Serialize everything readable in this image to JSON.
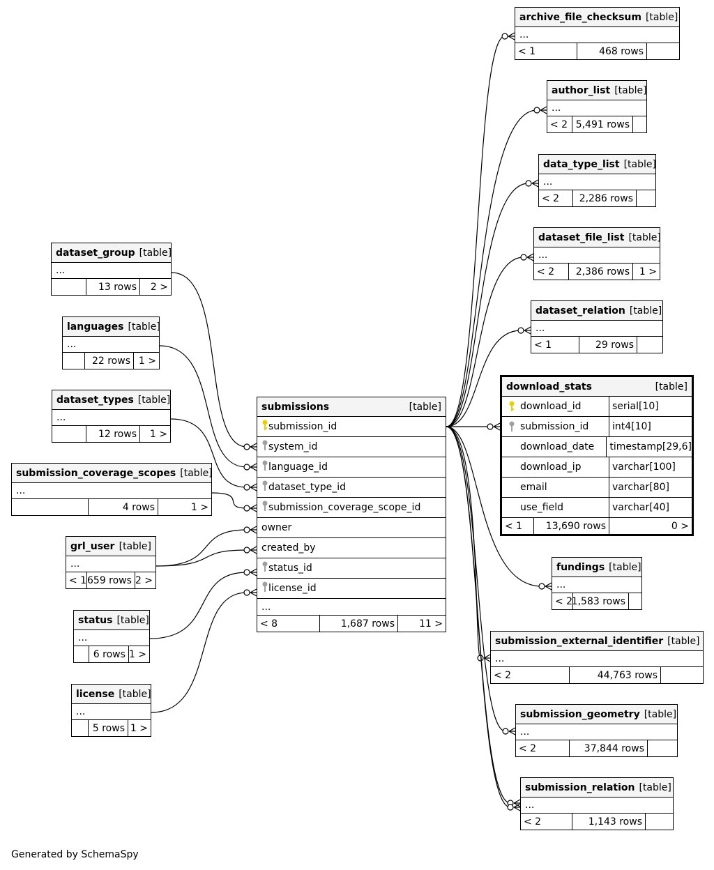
{
  "diagram": {
    "footer": "Generated by SchemaSpy",
    "colors": {
      "line": "#000000",
      "header_bg": "#f4f4f4",
      "primary_key": "#e8d000",
      "foreign_key": "#a0a0a0"
    },
    "tables": {
      "dataset_group": {
        "name": "dataset_group",
        "kind": "[table]",
        "ellipsis": "...",
        "parents": "",
        "rows": "13 rows",
        "children": "2 >"
      },
      "languages": {
        "name": "languages",
        "kind": "[table]",
        "ellipsis": "...",
        "parents": "",
        "rows": "22 rows",
        "children": "1 >"
      },
      "dataset_types": {
        "name": "dataset_types",
        "kind": "[table]",
        "ellipsis": "...",
        "parents": "",
        "rows": "12 rows",
        "children": "1 >"
      },
      "submission_coverage_scopes": {
        "name": "submission_coverage_scopes",
        "kind": "[table]",
        "ellipsis": "...",
        "parents": "",
        "rows": "4 rows",
        "children": "1 >"
      },
      "grl_user": {
        "name": "grl_user",
        "kind": "[table]",
        "ellipsis": "...",
        "parents": "< 1",
        "rows": "659 rows",
        "children": "2 >"
      },
      "status": {
        "name": "status",
        "kind": "[table]",
        "ellipsis": "...",
        "parents": "",
        "rows": "6 rows",
        "children": "1 >"
      },
      "license": {
        "name": "license",
        "kind": "[table]",
        "ellipsis": "...",
        "parents": "",
        "rows": "5 rows",
        "children": "1 >"
      },
      "submissions": {
        "name": "submissions",
        "kind": "[table]",
        "columns": [
          {
            "name": "submission_id",
            "key": "primary"
          },
          {
            "name": "system_id",
            "key": "foreign"
          },
          {
            "name": "language_id",
            "key": "foreign"
          },
          {
            "name": "dataset_type_id",
            "key": "foreign"
          },
          {
            "name": "submission_coverage_scope_id",
            "key": "foreign"
          },
          {
            "name": "owner",
            "key": "none"
          },
          {
            "name": "created_by",
            "key": "none"
          },
          {
            "name": "status_id",
            "key": "foreign"
          },
          {
            "name": "license_id",
            "key": "foreign"
          }
        ],
        "ellipsis": "...",
        "parents": "< 8",
        "rows": "1,687 rows",
        "children": "11 >"
      },
      "archive_file_checksum": {
        "name": "archive_file_checksum",
        "kind": "[table]",
        "ellipsis": "...",
        "parents": "< 1",
        "rows": "468 rows",
        "children": ""
      },
      "author_list": {
        "name": "author_list",
        "kind": "[table]",
        "ellipsis": "...",
        "parents": "< 2",
        "rows": "5,491 rows",
        "children": ""
      },
      "data_type_list": {
        "name": "data_type_list",
        "kind": "[table]",
        "ellipsis": "...",
        "parents": "< 2",
        "rows": "2,286 rows",
        "children": ""
      },
      "dataset_file_list": {
        "name": "dataset_file_list",
        "kind": "[table]",
        "ellipsis": "...",
        "parents": "< 2",
        "rows": "2,386 rows",
        "children": "1 >"
      },
      "dataset_relation": {
        "name": "dataset_relation",
        "kind": "[table]",
        "ellipsis": "...",
        "parents": "< 1",
        "rows": "29 rows",
        "children": ""
      },
      "download_stats": {
        "name": "download_stats",
        "kind": "[table]",
        "columns": [
          {
            "name": "download_id",
            "type": "serial[10]",
            "key": "primary"
          },
          {
            "name": "submission_id",
            "type": "int4[10]",
            "key": "foreign"
          },
          {
            "name": "download_date",
            "type": "timestamp[29,6]",
            "key": "none"
          },
          {
            "name": "download_ip",
            "type": "varchar[100]",
            "key": "none"
          },
          {
            "name": "email",
            "type": "varchar[80]",
            "key": "none"
          },
          {
            "name": "use_field",
            "type": "varchar[40]",
            "key": "none"
          }
        ],
        "parents": "< 1",
        "rows": "13,690 rows",
        "children": "0 >"
      },
      "fundings": {
        "name": "fundings",
        "kind": "[table]",
        "ellipsis": "...",
        "parents": "< 2",
        "rows": "1,583 rows",
        "children": ""
      },
      "submission_external_identifier": {
        "name": "submission_external_identifier",
        "kind": "[table]",
        "ellipsis": "...",
        "parents": "< 2",
        "rows": "44,763 rows",
        "children": ""
      },
      "submission_geometry": {
        "name": "submission_geometry",
        "kind": "[table]",
        "ellipsis": "...",
        "parents": "< 2",
        "rows": "37,844 rows",
        "children": ""
      },
      "submission_relation": {
        "name": "submission_relation",
        "kind": "[table]",
        "ellipsis": "...",
        "parents": "< 2",
        "rows": "1,143 rows",
        "children": ""
      }
    }
  }
}
